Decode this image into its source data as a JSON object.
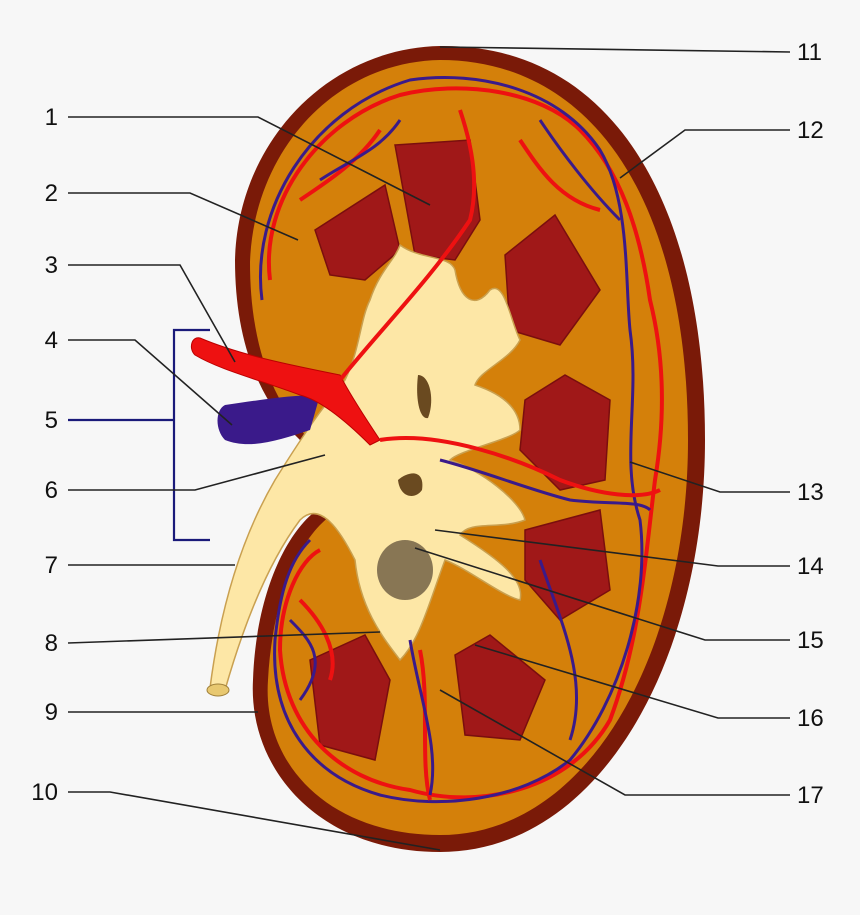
{
  "labels_left": [
    "1",
    "2",
    "3",
    "4",
    "5",
    "6",
    "7",
    "8",
    "9",
    "10"
  ],
  "labels_right": [
    "11",
    "12",
    "13",
    "14",
    "15",
    "16",
    "17"
  ],
  "colors": {
    "background": "#f7f7f7",
    "capsule": "#7a1a08",
    "cortex": "#d4800a",
    "pyramid": "#a01818",
    "pelvis": "#fde7a6",
    "artery": "#ee1111",
    "vein": "#3a1a8a",
    "bracket": "#1a1a7a"
  }
}
